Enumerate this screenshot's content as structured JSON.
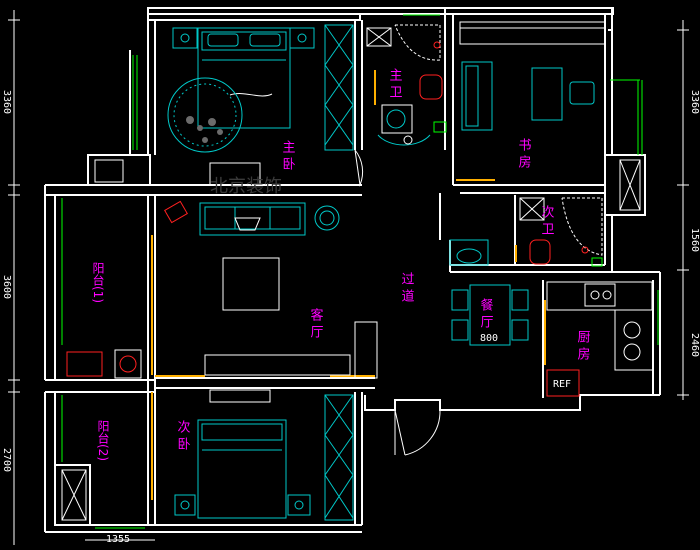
{
  "colors": {
    "background": "#000000",
    "wall": "#ffffff",
    "room_label": "#ff00ff",
    "furniture": "#00c8c8",
    "window": "#00ff00",
    "door": "#ffb000",
    "appliance": "#ff2020"
  },
  "rooms": {
    "master_bedroom": "主 卧",
    "master_bath": "主 卫",
    "study": "书 房",
    "second_bath": "次 卫",
    "living_room": "客 厅",
    "corridor": "过 道",
    "dining": "餐 厅",
    "kitchen": "厨 房",
    "second_bedroom": "次 卧",
    "balcony_1": "阳台(1)",
    "balcony_2": "阳台(2)"
  },
  "labels": {
    "dining_table": "800",
    "fridge": "REF",
    "watermark": "北京装饰"
  },
  "dimensions": {
    "left_top": "3360",
    "left_mid": "3600",
    "left_bottom": "2700",
    "right_top": "3360",
    "right_mid": "1560",
    "right_bottom": "2460",
    "bottom": "1355"
  }
}
